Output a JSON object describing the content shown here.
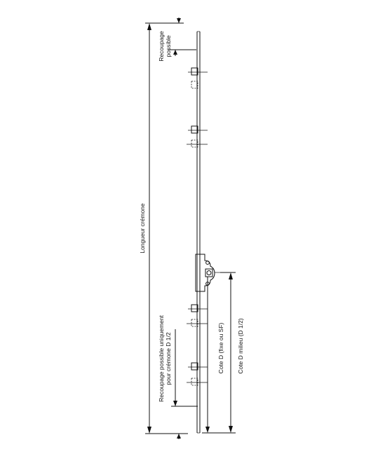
{
  "labels": {
    "longueur": "Longueur crémone",
    "recoupage_top_1": "Recoupage",
    "recoupage_top_2": "possible",
    "recoupage_bottom_1": "Recoupage possible uniquement",
    "recoupage_bottom_2": "pour crémone D 1/2",
    "cote_d": "Cote D (fixe ou SF)",
    "cote_d_milieu": "Cote D milieu (D 1/2)"
  },
  "colors": {
    "ink": "#111111",
    "background": "#ffffff"
  }
}
